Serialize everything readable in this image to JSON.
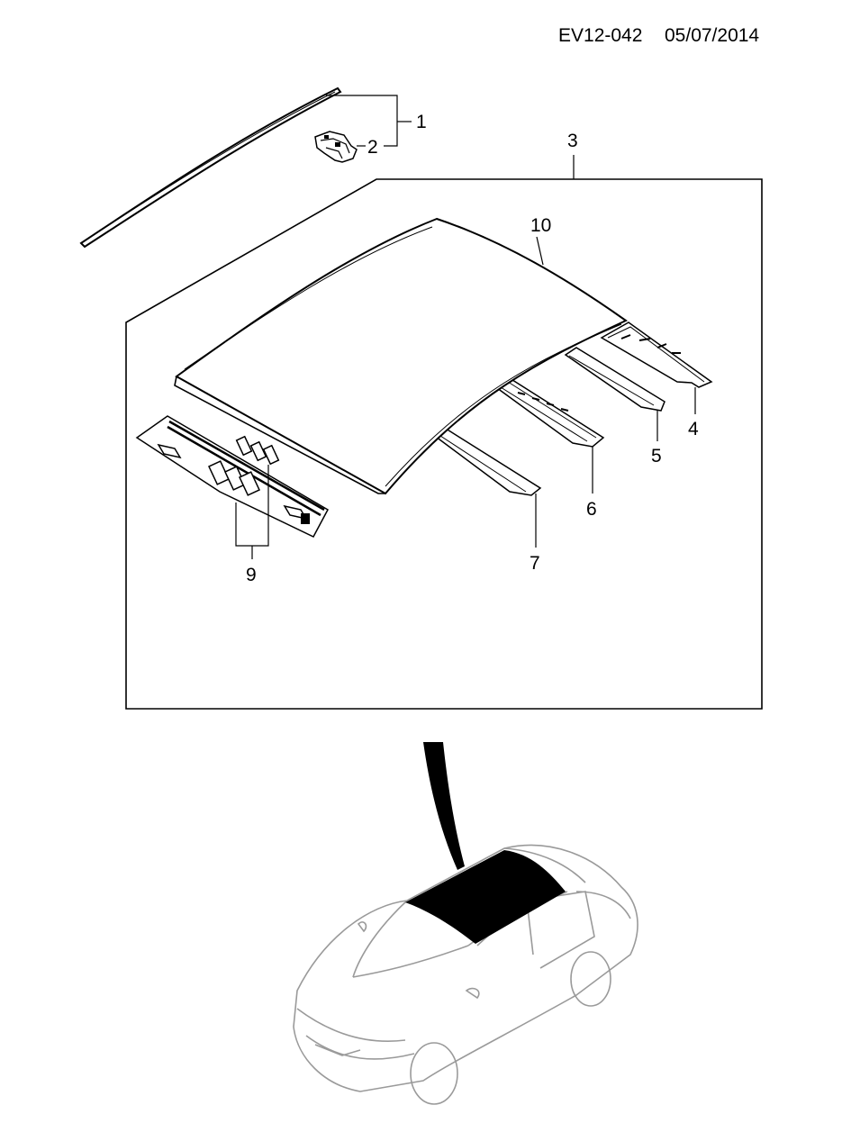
{
  "header": {
    "code": "EV12-042",
    "date": "05/07/2014"
  },
  "callouts": {
    "c1": "1",
    "c2": "2",
    "c3": "3",
    "c4": "4",
    "c5": "5",
    "c6": "6",
    "c7": "7",
    "c9": "9",
    "c10": "10"
  },
  "colors": {
    "line": "#000000",
    "car_outline": "#9a9a9a",
    "highlight": "#000000",
    "background": "#ffffff"
  }
}
